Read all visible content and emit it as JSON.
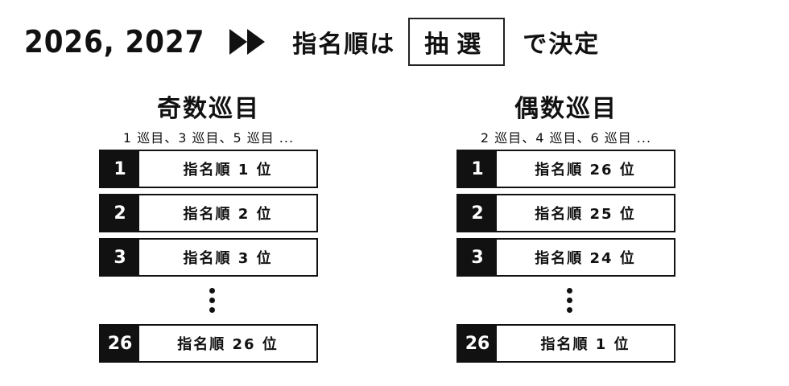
{
  "header": {
    "years": "2026, 2027",
    "text1": "指名順は",
    "boxed": "抽選",
    "text2": "で決定"
  },
  "odd": {
    "title": "奇数巡目",
    "subtitle": "1 巡目、3 巡目、5 巡目 ...",
    "rows": [
      {
        "num": "1",
        "label": "指名順 1 位"
      },
      {
        "num": "2",
        "label": "指名順 2 位"
      },
      {
        "num": "3",
        "label": "指名順 3 位"
      },
      {
        "num": "26",
        "label": "指名順 26 位"
      }
    ]
  },
  "even": {
    "title": "偶数巡目",
    "subtitle": "2 巡目、4 巡目、6 巡目 ...",
    "rows": [
      {
        "num": "1",
        "label": "指名順 26 位"
      },
      {
        "num": "2",
        "label": "指名順 25 位"
      },
      {
        "num": "3",
        "label": "指名順 24 位"
      },
      {
        "num": "26",
        "label": "指名順 1 位"
      }
    ]
  }
}
